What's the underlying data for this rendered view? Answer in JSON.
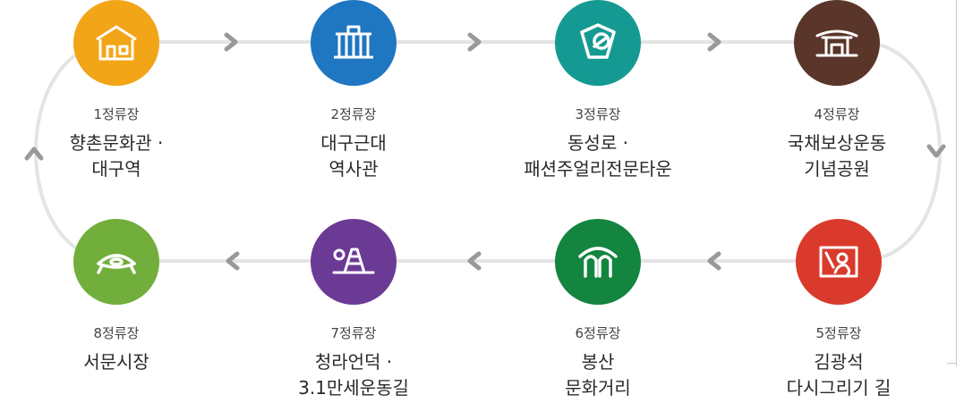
{
  "colors": {
    "track": "#e4e4e4",
    "chevron": "#999999",
    "stop1": "#f2a516",
    "stop2": "#1f76c1",
    "stop3": "#149a92",
    "stop4": "#5a3529",
    "stop5": "#d93a2b",
    "stop6": "#13853f",
    "stop7": "#6b3a94",
    "stop8": "#72ae3b"
  },
  "stops": [
    {
      "num": "1정류장",
      "name": [
        "향촌문화관 ·",
        "대구역"
      ],
      "icon": "culture-house-icon"
    },
    {
      "num": "2정류장",
      "name": [
        "대구근대",
        "역사관"
      ],
      "icon": "history-museum-icon"
    },
    {
      "num": "3정류장",
      "name": [
        "동성로 ·",
        "패션주얼리전문타운"
      ],
      "icon": "jewelry-ring-icon"
    },
    {
      "num": "4정류장",
      "name": [
        "국채보상운동",
        "기념공원"
      ],
      "icon": "memorial-gate-icon"
    },
    {
      "num": "5정류장",
      "name": [
        "김광석",
        "다시그리기 길"
      ],
      "icon": "mural-guitar-icon"
    },
    {
      "num": "6정류장",
      "name": [
        "봉산",
        "문화거리"
      ],
      "icon": "sculpture-arch-icon"
    },
    {
      "num": "7정류장",
      "name": [
        "청라언덕 ·",
        "3.1만세운동길"
      ],
      "icon": "stairs-hill-icon"
    },
    {
      "num": "8정류장",
      "name": [
        "서문시장"
      ],
      "icon": "market-turtle-icon"
    }
  ]
}
